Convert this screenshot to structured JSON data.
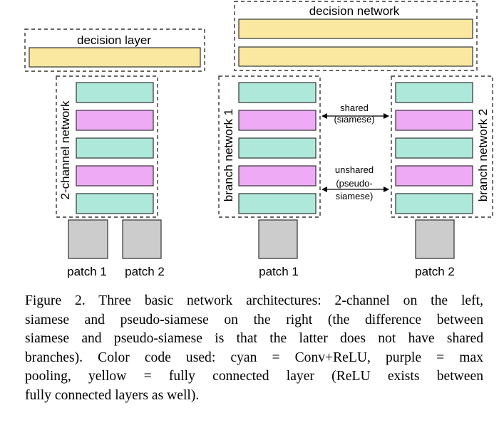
{
  "colors": {
    "conv_relu": "#aee8da",
    "max_pooling": "#eeaaf5",
    "fully_connected": "#fbe8a0",
    "patch": "#cccccc",
    "outline": "#333333"
  },
  "left": {
    "decision_label": "decision layer",
    "network_label": "2-channel network",
    "patch_labels": [
      "patch 1",
      "patch 2"
    ],
    "layers": [
      "conv_relu",
      "max_pooling",
      "conv_relu",
      "max_pooling",
      "conv_relu"
    ]
  },
  "right": {
    "decision_label": "decision network",
    "branch1_label": "branch network 1",
    "branch2_label": "branch network 2",
    "shared_label": [
      "shared",
      "(siamese)"
    ],
    "unshared_label": [
      "unshared",
      "(pseudo-",
      "siamese)"
    ],
    "patch_labels": [
      "patch 1",
      "patch 2"
    ],
    "layers": [
      "conv_relu",
      "max_pooling",
      "conv_relu",
      "max_pooling",
      "conv_relu"
    ]
  },
  "caption": [
    "Figure 2. Three basic network architectures: 2-channel on the left,",
    "siamese and pseudo-siamese on the right (the difference between",
    "siamese and pseudo-siamese is that the latter does not have shared",
    "branches). Color code used: cyan = Conv+ReLU, purple = max",
    "pooling, yellow = fully connected layer (ReLU exists between",
    "fully connected layers as well)."
  ]
}
